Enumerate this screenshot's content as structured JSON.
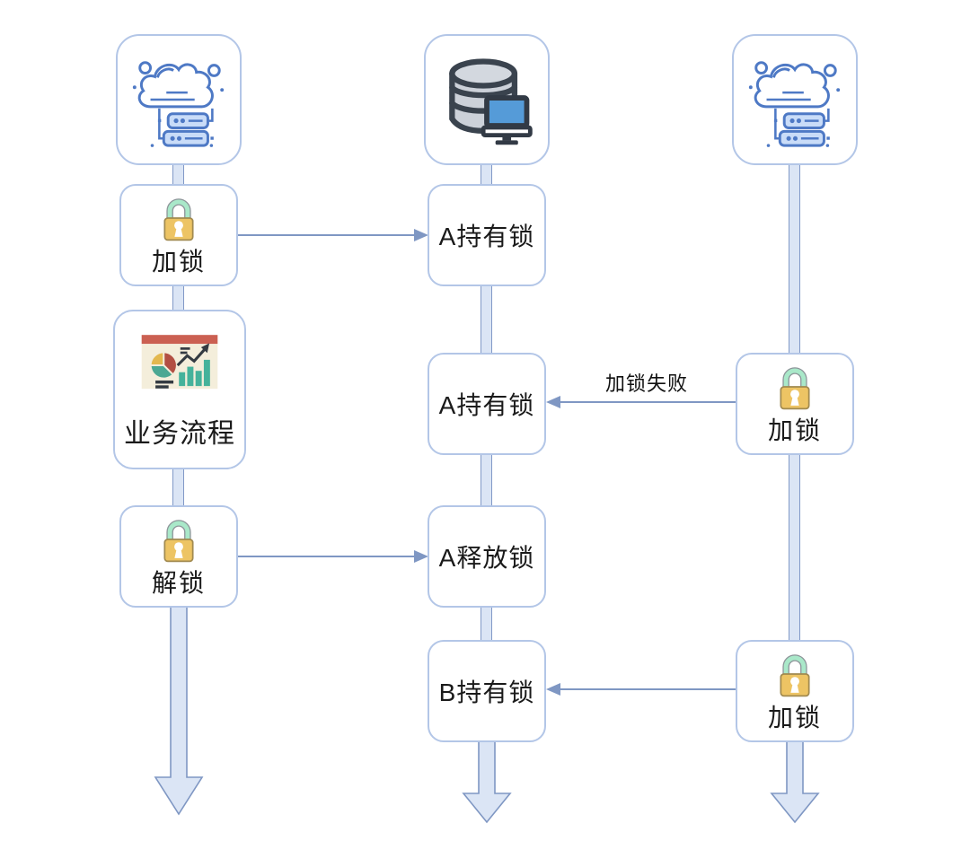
{
  "colors": {
    "background": "#ffffff",
    "box_border": "#b3c6e7",
    "lifeline_fill": "#dbe5f5",
    "lifeline_border": "#8199c7",
    "arrow": "#7f97c3",
    "text": "#1a1a1a",
    "padlock_body": "#edc464",
    "padlock_shackle": "#a9e8c9",
    "db_monitor_blue": "#559bd8",
    "chart_teal": "#45b29b",
    "chart_red": "#cb6052",
    "chart_yellow": "#e3b84f"
  },
  "lanes": {
    "left": {
      "icon": "cloud-server-icon"
    },
    "middle": {
      "icon": "database-icon"
    },
    "right": {
      "icon": "cloud-server-icon"
    }
  },
  "nodes": {
    "left_lock": {
      "label": "加锁",
      "icon": "padlock-icon"
    },
    "left_process": {
      "label": "业务流程",
      "icon": "dashboard-chart-icon"
    },
    "left_unlock": {
      "label": "解锁",
      "icon": "padlock-icon"
    },
    "mid_hold_a1": {
      "label": "A持有锁"
    },
    "mid_hold_a2": {
      "label": "A持有锁"
    },
    "mid_release_a": {
      "label": "A释放锁"
    },
    "mid_hold_b": {
      "label": "B持有锁"
    },
    "right_lock_1": {
      "label": "加锁",
      "icon": "padlock-icon"
    },
    "right_lock_2": {
      "label": "加锁",
      "icon": "padlock-icon"
    }
  },
  "edges": {
    "lock_failed_label": "加锁失败"
  }
}
